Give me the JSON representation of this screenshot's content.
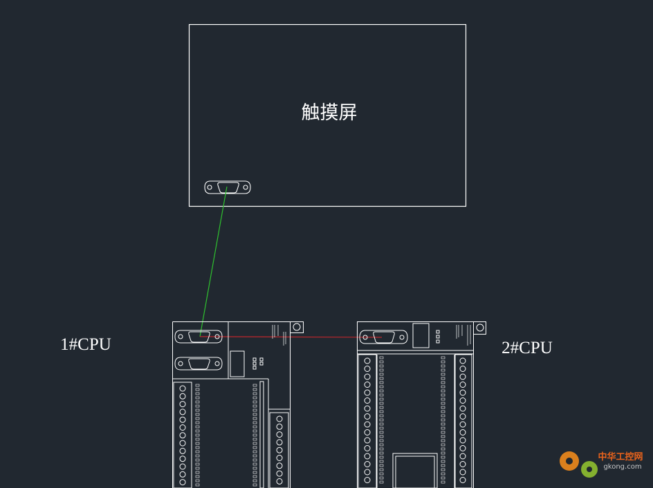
{
  "hmi": {
    "label": "触摸屏"
  },
  "cpu1": {
    "label": "1#CPU"
  },
  "cpu2": {
    "label": "2#CPU"
  },
  "watermark": {
    "title": "中华工控网",
    "url": "gkong.com"
  },
  "colors": {
    "background": "#212830",
    "outline": "#ffffff",
    "hmi_link": "#2fc22f",
    "ppi_link": "#c0272d",
    "watermark_accent": "#ff6a1a"
  }
}
